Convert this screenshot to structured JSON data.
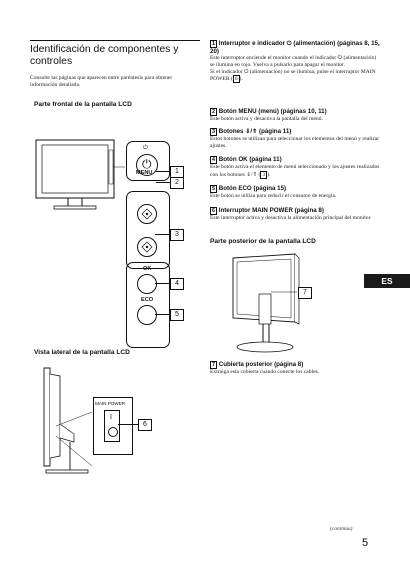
{
  "heading": {
    "title": "Identificación de componentes y controles",
    "intro": "Consulte las páginas que aparecen entre paréntesis para obtener información detallada."
  },
  "sections": {
    "front": "Parte frontal de la pantalla LCD",
    "side": "Vista lateral de la pantalla LCD",
    "back": "Parte posterior de la pantalla LCD"
  },
  "front_panel": {
    "menu_label": "MENU",
    "ok_label": "OK",
    "eco_label": "ECO",
    "callouts": [
      "1",
      "2",
      "3",
      "4",
      "5"
    ]
  },
  "side_panel": {
    "main_power_label": "MAIN POWER",
    "power_on_mark": "I",
    "callout": "6"
  },
  "back_panel": {
    "callout": "7"
  },
  "items": [
    {
      "num": "1",
      "heading": "Interruptor e indicador ⏻ (alimentación) (páginas 8, 15, 20)",
      "body1": "Este interruptor enciende el monitor cuando el indicador ⏻ (alimentación) se ilumina en rojo. Vuelva a pulsarlo para apagar el monitor.",
      "body2_pre": "Si el indicador ⏻ (alimentación) no se ilumina, pulse el interruptor MAIN POWER (",
      "body2_ref": "6",
      "body2_post": ")."
    },
    {
      "num": "2",
      "heading": "Botón MENU (menú) (páginas 10, 11)",
      "body": "Este botón activa y desactiva la pantalla del menú."
    },
    {
      "num": "3",
      "heading": "Botones ⇓/⇑ (página 11)",
      "body": "Estos botones se utilizan para seleccionar los elementos del menú y realizar ajustes."
    },
    {
      "num": "4",
      "heading": "Botón OK (página 11)",
      "body_pre": "Este botón activa el elemento de menú seleccionado y los ajustes realizados con los botones ⇓/⇑ (",
      "body_ref": "3",
      "body_post": ")."
    },
    {
      "num": "5",
      "heading": "Botón ECO (página 15)",
      "body": "Este botón se utiliza para reducir el consumo de energía."
    },
    {
      "num": "6",
      "heading": "Interruptor MAIN POWER (página 8)",
      "body": "Este interruptor activa y desactiva la alimentación principal del monitor."
    },
    {
      "num": "7",
      "heading": "Cubierta posterior (página 8)",
      "body": "Extraiga esta cubierta cuando conecte los cables."
    }
  ],
  "footer": {
    "language_tab": "ES",
    "continued": "(continúa)",
    "page_number": "5"
  }
}
